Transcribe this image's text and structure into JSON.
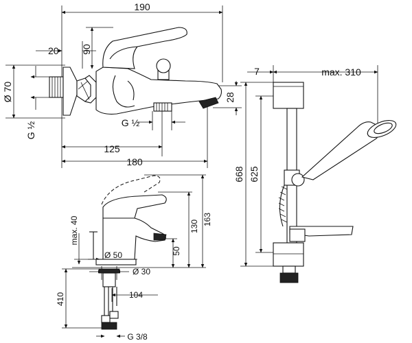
{
  "bath_mixer": {
    "dim_width_total": "190",
    "dim_offset_wall": "20",
    "dim_height_lever": "90",
    "dim_body_diameter": "Ø 70",
    "dim_thread_wall": "G ½",
    "dim_thread_outlet": "G ½",
    "dim_spout_height": "28",
    "dim_outlet_distance": "125",
    "dim_spout_reach": "180"
  },
  "shower_rail": {
    "dim_offset_wall": "7",
    "dim_max_reach": "max. 310",
    "dim_total_height": "668",
    "dim_hole_distance": "625"
  },
  "basin_mixer": {
    "dim_lever_travel": "max. 40",
    "dim_base_diameter": "Ø 50",
    "dim_hole_diameter": "Ø 30",
    "dim_spout_height": "50",
    "dim_height_spout_top": "130",
    "dim_total_height": "163",
    "dim_hose_length": "410",
    "dim_hose_reach": "104",
    "dim_connection_thread": "G 3/8"
  }
}
